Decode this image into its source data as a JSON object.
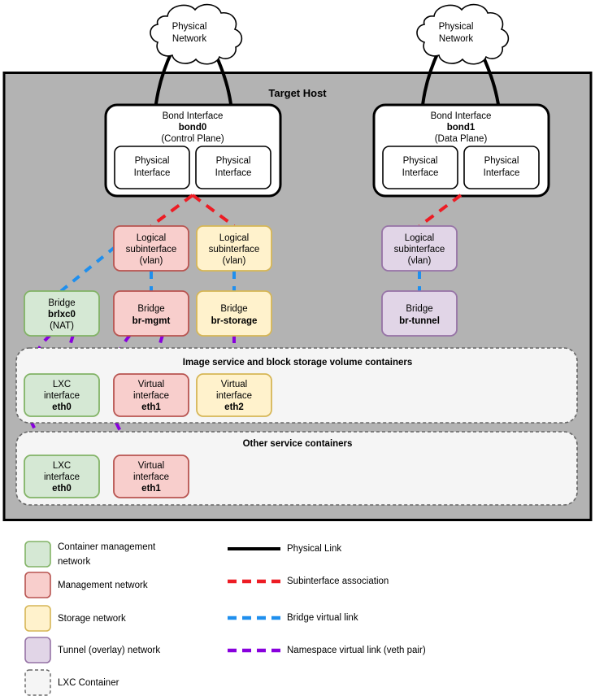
{
  "diagram": {
    "host": {
      "title": "Target Host"
    },
    "clouds": [
      {
        "name": "cloud-left",
        "line1": "Physical",
        "line2": "Network"
      },
      {
        "name": "cloud-right",
        "line1": "Physical",
        "line2": "Network"
      }
    ],
    "bonds": [
      {
        "name": "bond0",
        "line1": "Bond Interface",
        "line2": "bond0",
        "line3": "(Control Plane)",
        "nics": [
          {
            "line1": "Physical",
            "line2": "Interface"
          },
          {
            "line1": "Physical",
            "line2": "Interface"
          }
        ]
      },
      {
        "name": "bond1",
        "line1": "Bond Interface",
        "line2": "bond1",
        "line3": "(Data Plane)",
        "nics": [
          {
            "line1": "Physical",
            "line2": "Interface"
          },
          {
            "line1": "Physical",
            "line2": "Interface"
          }
        ]
      }
    ],
    "subinterfaces": [
      {
        "name": "subif-mgmt",
        "line1": "Logical",
        "line2": "subinterface",
        "line3": "(vlan)",
        "color": "mgmt"
      },
      {
        "name": "subif-storage",
        "line1": "Logical",
        "line2": "subinterface",
        "line3": "(vlan)",
        "color": "storage"
      },
      {
        "name": "subif-tunnel",
        "line1": "Logical",
        "line2": "subinterface",
        "line3": "(vlan)",
        "color": "tunnel"
      }
    ],
    "bridges": [
      {
        "name": "bridge-brlxc0",
        "line1": "Bridge",
        "line2": "brlxc0",
        "line3": "(NAT)",
        "color": "container"
      },
      {
        "name": "bridge-br-mgmt",
        "line1": "Bridge",
        "line2": "br-mgmt",
        "line3": "",
        "color": "mgmt"
      },
      {
        "name": "bridge-br-storage",
        "line1": "Bridge",
        "line2": "br-storage",
        "line3": "",
        "color": "storage"
      },
      {
        "name": "bridge-br-tunnel",
        "line1": "Bridge",
        "line2": "br-tunnel",
        "line3": "",
        "color": "tunnel"
      }
    ],
    "containers": [
      {
        "name": "container-image-storage",
        "title": "Image service and block storage volume containers",
        "interfaces": [
          {
            "name": "iface-eth0-image",
            "line1": "LXC",
            "line2": "interface",
            "line3": "eth0",
            "color": "container"
          },
          {
            "name": "iface-eth1-image",
            "line1": "Virtual",
            "line2": "interface",
            "line3": "eth1",
            "color": "mgmt"
          },
          {
            "name": "iface-eth2-image",
            "line1": "Virtual",
            "line2": "interface",
            "line3": "eth2",
            "color": "storage"
          }
        ]
      },
      {
        "name": "container-other-service",
        "title": "Other service containers",
        "interfaces": [
          {
            "name": "iface-eth0-other",
            "line1": "LXC",
            "line2": "interface",
            "line3": "eth0",
            "color": "container"
          },
          {
            "name": "iface-eth1-other",
            "line1": "Virtual",
            "line2": "interface",
            "line3": "eth1",
            "color": "mgmt"
          }
        ]
      }
    ]
  },
  "legend": {
    "swatches": [
      {
        "name": "legend-container-network",
        "label_line1": "Container management",
        "label_line2": "network",
        "color": "container"
      },
      {
        "name": "legend-management-network",
        "label_line1": "Management network",
        "label_line2": "",
        "color": "mgmt"
      },
      {
        "name": "legend-storage-network",
        "label_line1": "Storage network",
        "label_line2": "",
        "color": "storage"
      },
      {
        "name": "legend-tunnel-network",
        "label_line1": "Tunnel (overlay) network",
        "label_line2": "",
        "color": "tunnel"
      },
      {
        "name": "legend-lxc-container",
        "label_line1": "LXC Container",
        "label_line2": "",
        "color": "lxc"
      }
    ],
    "lines": [
      {
        "name": "legend-physical-link",
        "label": "Physical Link",
        "color": "#000000",
        "dash": "none"
      },
      {
        "name": "legend-subinterface",
        "label": "Subinterface association",
        "color": "#ed1c24",
        "dash": "dashed"
      },
      {
        "name": "legend-bridge-link",
        "label": "Bridge virtual link",
        "color": "#1f8fee",
        "dash": "dashed"
      },
      {
        "name": "legend-namespace-link",
        "label": "Namespace virtual link (veth pair)",
        "color": "#8800dd",
        "dash": "dashed"
      }
    ]
  },
  "colors": {
    "host_fill": "#b3b3b3",
    "container_fill": "#d5e8d4",
    "container_stroke": "#82b366",
    "mgmt_fill": "#f8cecc",
    "mgmt_stroke": "#b85450",
    "storage_fill": "#fff2cc",
    "storage_stroke": "#d6b656",
    "tunnel_fill": "#e1d5e7",
    "tunnel_stroke": "#9673a6",
    "lxc_fill": "#f5f5f5",
    "lxc_stroke": "#666666",
    "white_fill": "#ffffff",
    "black": "#000000",
    "red": "#ed1c24",
    "blue": "#1f8fee",
    "purple": "#8800dd"
  }
}
